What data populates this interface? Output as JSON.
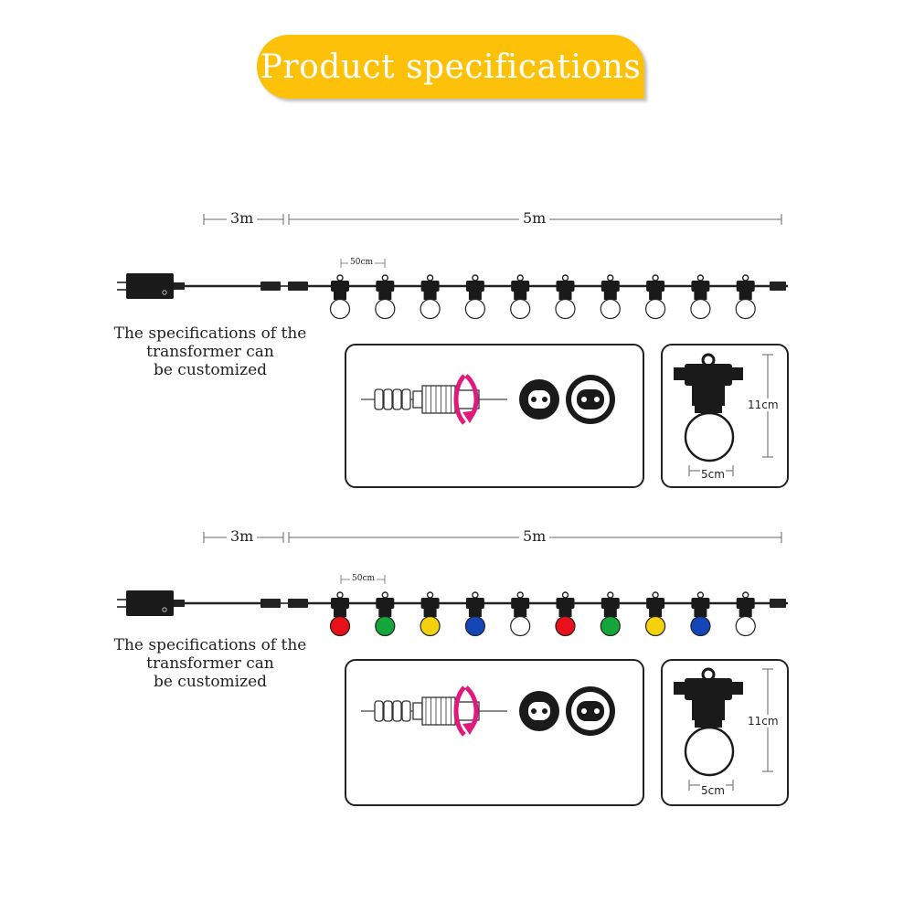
{
  "banner": {
    "title": "Product specifications",
    "color": "#fdc109"
  },
  "sections": [
    {
      "transformer_length": "3m",
      "string_length": "5m",
      "spacing": "50cm",
      "caption": [
        "The specifications of the",
        "transformer can",
        "be customized"
      ],
      "bulb_colors": [
        "#ffffff",
        "#ffffff",
        "#ffffff",
        "#ffffff",
        "#ffffff",
        "#ffffff",
        "#ffffff",
        "#ffffff",
        "#ffffff",
        "#ffffff"
      ],
      "bulb_height": "11cm",
      "bulb_width": "5cm"
    },
    {
      "transformer_length": "3m",
      "string_length": "5m",
      "spacing": "50cm",
      "caption": [
        "The specifications of the",
        "transformer can",
        "be customized"
      ],
      "bulb_colors": [
        "#e8101a",
        "#14a63a",
        "#f5d10c",
        "#1446b8",
        "#ffffff",
        "#e8101a",
        "#14a63a",
        "#f5d10c",
        "#1446b8",
        "#ffffff"
      ],
      "bulb_height": "11cm",
      "bulb_width": "5cm"
    }
  ],
  "connector_arrow_color": "#e0197d"
}
